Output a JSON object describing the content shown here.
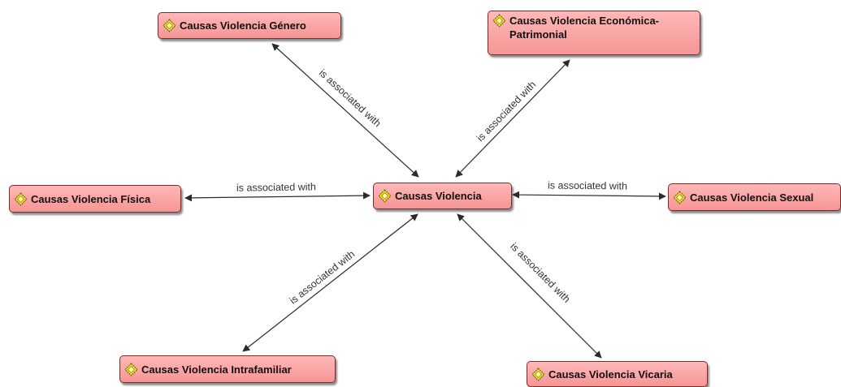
{
  "center": {
    "label": "Causas Violencia",
    "icon": "code-diamond-icon"
  },
  "nodes": [
    {
      "id": "genero",
      "label": "Causas Violencia Género",
      "icon": "code-diamond-icon"
    },
    {
      "id": "economica",
      "label": "Causas Violencia Económica-\nPatrimonial",
      "icon": "code-diamond-icon"
    },
    {
      "id": "fisica",
      "label": "Causas Violencia Física",
      "icon": "code-diamond-icon"
    },
    {
      "id": "sexual",
      "label": "Causas Violencia Sexual",
      "icon": "code-diamond-icon"
    },
    {
      "id": "intrafamiliar",
      "label": "Causas Violencia Intrafamiliar",
      "icon": "code-diamond-icon"
    },
    {
      "id": "vicaria",
      "label": "Causas Violencia Vicaria",
      "icon": "code-diamond-icon"
    }
  ],
  "relations": [
    {
      "from": "center",
      "to": "genero",
      "label": "is associated with"
    },
    {
      "from": "center",
      "to": "economica",
      "label": "is associated with"
    },
    {
      "from": "center",
      "to": "fisica",
      "label": "is associated with"
    },
    {
      "from": "center",
      "to": "sexual",
      "label": "is associated with"
    },
    {
      "from": "center",
      "to": "intrafamiliar",
      "label": "is associated with"
    },
    {
      "from": "center",
      "to": "vicaria",
      "label": "is associated with"
    }
  ],
  "colors": {
    "node_fill": "#f7a0a0",
    "node_border": "#7a2a2a",
    "icon_fill": "#f5e23c",
    "edge": "#2b2b2b"
  }
}
